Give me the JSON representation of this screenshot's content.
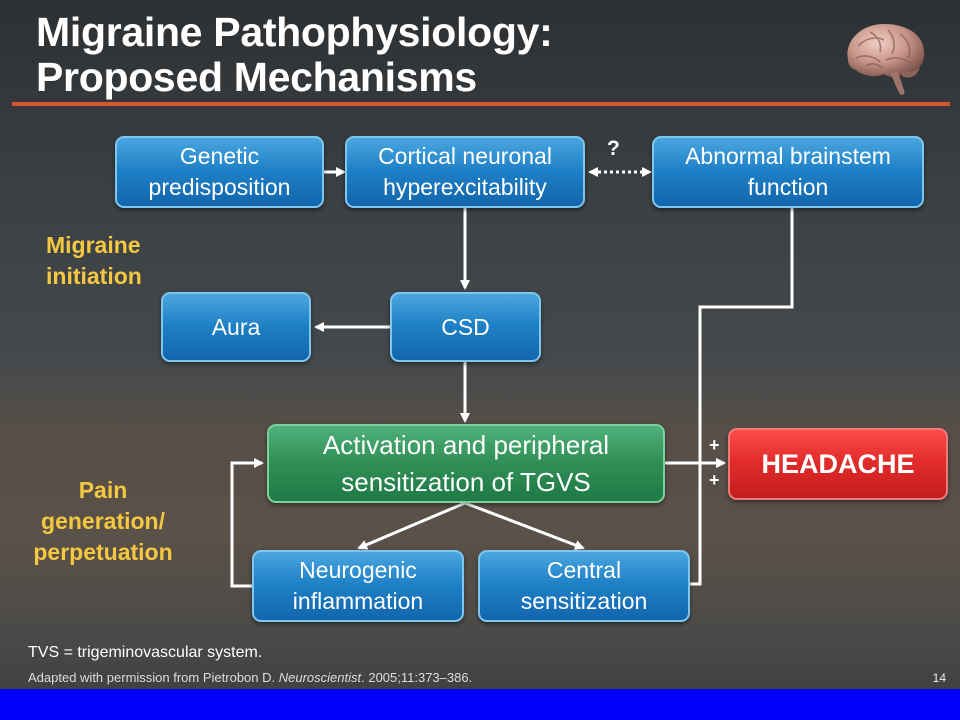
{
  "slide": {
    "title_lines": [
      "Migraine Pathophysiology:",
      "Proposed Mechanisms"
    ],
    "side_labels": {
      "initiation": [
        "Migraine",
        "initiation"
      ],
      "pain": [
        "Pain",
        "generation/",
        "perpetuation"
      ]
    },
    "boxes": {
      "genetic": [
        "Genetic",
        "predisposition"
      ],
      "cortical": [
        "Cortical neuronal",
        "hyperexcitability"
      ],
      "brainstem": [
        "Abnormal brainstem",
        "function"
      ],
      "aura": "Aura",
      "csd": "CSD",
      "activation": [
        "Activation and peripheral",
        "sensitization of TGVS"
      ],
      "headache": "HEADACHE",
      "neurogenic": [
        "Neurogenic",
        "inflammation"
      ],
      "central": [
        "Central",
        "sensitization"
      ]
    },
    "question_mark": "?",
    "plus_signs": [
      "+",
      "+"
    ],
    "footnote": "TVS = trigeminovascular system.",
    "citation": {
      "prefix": "Adapted with permission from Pietrobon D. ",
      "journal": "Neuroscientist",
      "suffix": ". 2005;11:373–386."
    },
    "page_number": "14"
  },
  "colors": {
    "accent_rule": "#d9542f",
    "side_label": "#f5c842",
    "box_blue": "#1e80c6",
    "box_green": "#2f8e55",
    "box_red": "#e02a2a",
    "bottom_band": "#0000ff"
  }
}
